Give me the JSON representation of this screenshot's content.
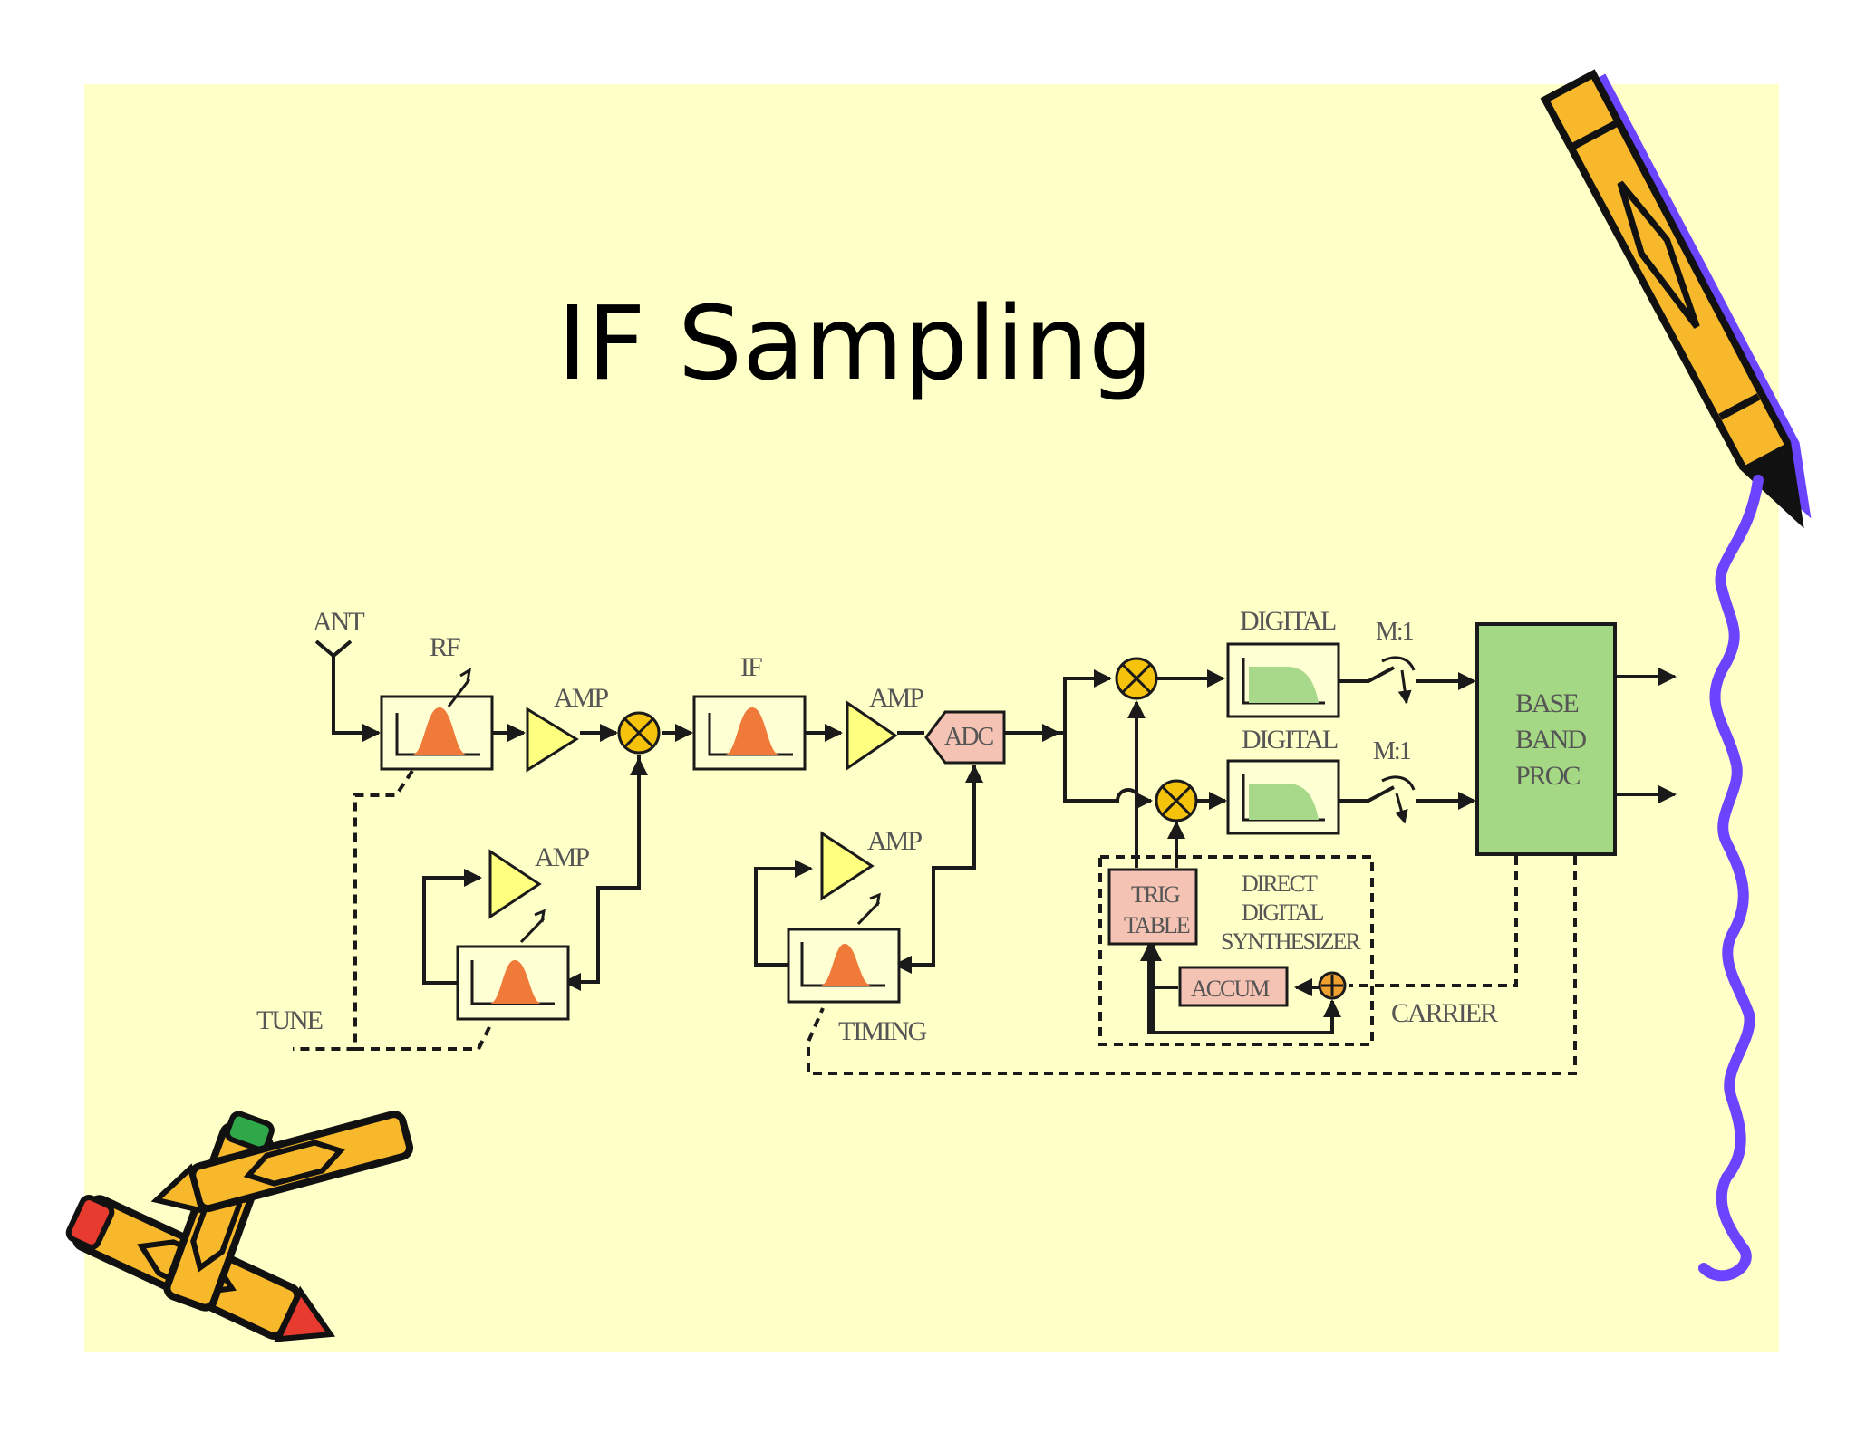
{
  "slide": {
    "title": "IF Sampling",
    "colors": {
      "background": "#ffffc8",
      "filter_box": "#ffffd4",
      "filter_curve": "#f07a3a",
      "amplifier": "#ffff80",
      "mixer": "#f5c20c",
      "adc": "#f4c3b3",
      "digital_filter_curve": "#a8d98b",
      "baseband": "#a4d884",
      "dds_blocks": "#f4c3b3",
      "adder": "#f0a030",
      "squiggle": "#6a44ff",
      "pencil_body": "#f7b92b"
    }
  },
  "diagram": {
    "labels": {
      "ant": "ANT",
      "rf": "RF",
      "amp1": "AMP",
      "if": "IF",
      "amp2": "AMP",
      "adc": "ADC",
      "amp_rf_loop": "AMP",
      "amp_timing_loop": "AMP",
      "tune": "TUNE",
      "timing": "TIMING",
      "digital1": "DIGITAL",
      "digital2": "DIGITAL",
      "decim1": "M:1",
      "decim2": "M:1",
      "baseband_line1": "BASE",
      "baseband_line2": "BAND",
      "baseband_line3": "PROC",
      "trig_line1": "TRIG",
      "trig_line2": "TABLE",
      "dds_line1": "DIRECT",
      "dds_line2": "DIGITAL",
      "dds_line3": "SYNTHESIZER",
      "accum": "ACCUM",
      "carrier": "CARRIER"
    }
  }
}
